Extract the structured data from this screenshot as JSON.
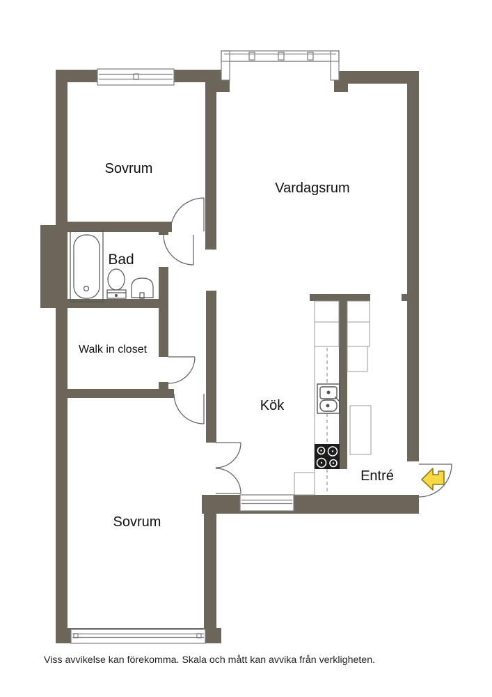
{
  "plan": {
    "rooms": [
      {
        "id": "sovrum-1",
        "label": "Sovrum"
      },
      {
        "id": "vardagsrum",
        "label": "Vardagsrum"
      },
      {
        "id": "bad",
        "label": "Bad"
      },
      {
        "id": "walk-in-closet",
        "label": "Walk in closet"
      },
      {
        "id": "kok",
        "label": "Kök"
      },
      {
        "id": "entre",
        "label": "Entré"
      },
      {
        "id": "sovrum-2",
        "label": "Sovrum"
      }
    ],
    "fixtures": [
      "bathtub-icon",
      "toilet-icon",
      "washbasin-icon",
      "kitchen-sink-icon",
      "stove-icon",
      "refrigerator-icon",
      "cabinet-icon",
      "entrance-arrow-icon",
      "window-icon",
      "door-arc-icon"
    ],
    "windows_count": 4,
    "entrance_arrow_direction": "left"
  },
  "disclaimer": "Viss avvikelse kan förekomma. Skala och mått kan avvika från verkligheten.",
  "colors": {
    "wall": "#6b6659",
    "outline": "#7d7d7d",
    "fixture": "#555555",
    "door": "#666666",
    "stove": "#1c1c1c",
    "arrow_fill": "#f9d845",
    "arrow_stroke": "#8a7d1d",
    "text": "#111111",
    "background": "#ffffff"
  }
}
